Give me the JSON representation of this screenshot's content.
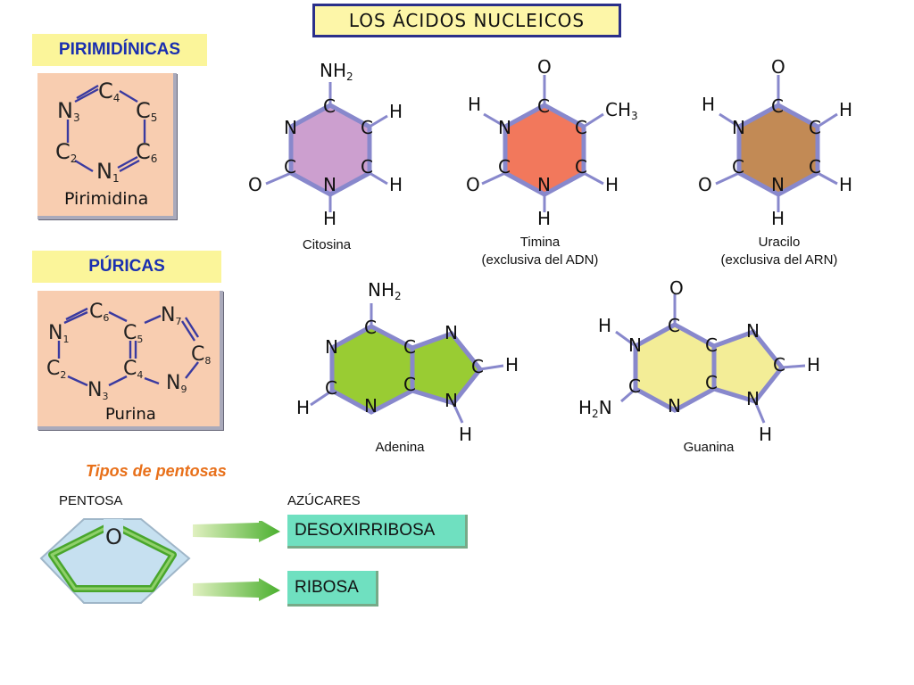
{
  "title": "LOS ÁCIDOS NUCLEICOS",
  "pyrimidines": {
    "label": "PIRIMIDÍNICAS",
    "panel_caption": "Pirimidina",
    "atoms": {
      "c4": "C4",
      "n3": "N3",
      "c5": "C5",
      "c2": "C2",
      "c6": "C6",
      "n1": "N1"
    }
  },
  "purines": {
    "label": "PÚRICAS",
    "panel_caption": "Purina",
    "atoms": {
      "c6": "C6",
      "n7": "N7",
      "n1": "N1",
      "c5": "C5",
      "c8": "C8",
      "c2": "C2",
      "c4": "C4",
      "n9": "N9",
      "n3": "N3"
    }
  },
  "molecules": {
    "citosina": {
      "name": "Citosina",
      "color": "#cc9fcf"
    },
    "timina": {
      "name": "Timina",
      "note": "(exclusiva del ADN)",
      "color": "#f2785c"
    },
    "uracilo": {
      "name": "Uracilo",
      "note": "(exclusiva del ARN)",
      "color": "#c28a55"
    },
    "adenina": {
      "name": "Adenina",
      "color": "#99cc33"
    },
    "guanina": {
      "name": "Guanina",
      "color": "#f3ed97"
    }
  },
  "chem": {
    "nh2": "NH2",
    "ch3": "CH3",
    "h2n": "H2N",
    "o": "O",
    "h": "H",
    "c": "C",
    "n": "N"
  },
  "pentoses": {
    "heading": "Tipos de pentosas",
    "pentosa_label": "PENTOSA",
    "azucares_label": "AZÚCARES",
    "ring_atom": "O",
    "sugar1": "DESOXIRRIBOSA",
    "sugar2": "RIBOSA"
  }
}
